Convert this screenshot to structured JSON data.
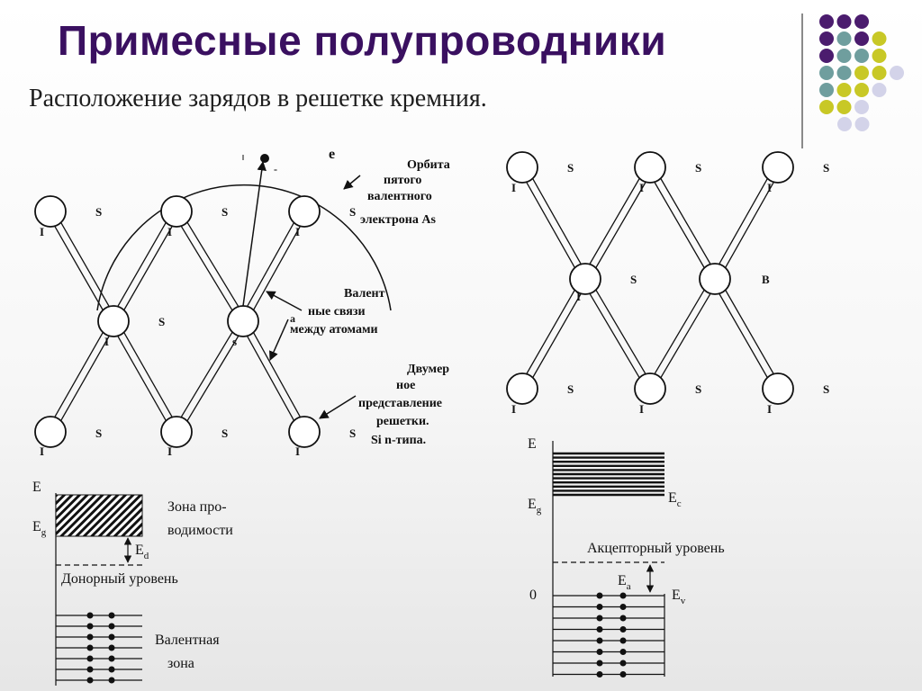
{
  "title": "Примесные полупроводники",
  "subtitle": "Расположение зарядов в решетке кремния.",
  "decor_colors": {
    "purple": "#4b1c6e",
    "teal": "#6f9e9e",
    "lime": "#c8c826",
    "lavender": "#d3d3e9"
  },
  "left_lattice": {
    "label_s": "S",
    "label_i": "I",
    "label_e": "e",
    "label_minus": "-",
    "label_as_marker": "s",
    "label_small_a": "a",
    "annotations": {
      "orbit": [
        "Орбита",
        "пятого",
        "валентного",
        "электрона As"
      ],
      "bonds": [
        "Валент",
        "ные связи",
        "между атомами"
      ],
      "representation": [
        "Двумер",
        "ное",
        "представление",
        "решетки.",
        "Si  n-типа."
      ]
    }
  },
  "right_lattice": {
    "label_s": "S",
    "label_i": "I",
    "label_b": "B"
  },
  "donor_diagram": {
    "axis_label": "E",
    "eg_label": "E",
    "eg_sub": "g",
    "conduction_label": [
      "Зона про-",
      "водимости"
    ],
    "ed_label": "E",
    "ed_sub": "d",
    "donor_level_label": "Донорный уровень",
    "valence_label": [
      "Валентная",
      "зона"
    ]
  },
  "acceptor_diagram": {
    "axis_label": "E",
    "eg_label": "E",
    "eg_sub": "g",
    "ec_label": "E",
    "ec_sub": "c",
    "acceptor_level_label": "Акцепторный уровень",
    "ea_label": "E",
    "ea_sub": "a",
    "ev_label": "E",
    "ev_sub": "v",
    "zero_label": "0"
  }
}
